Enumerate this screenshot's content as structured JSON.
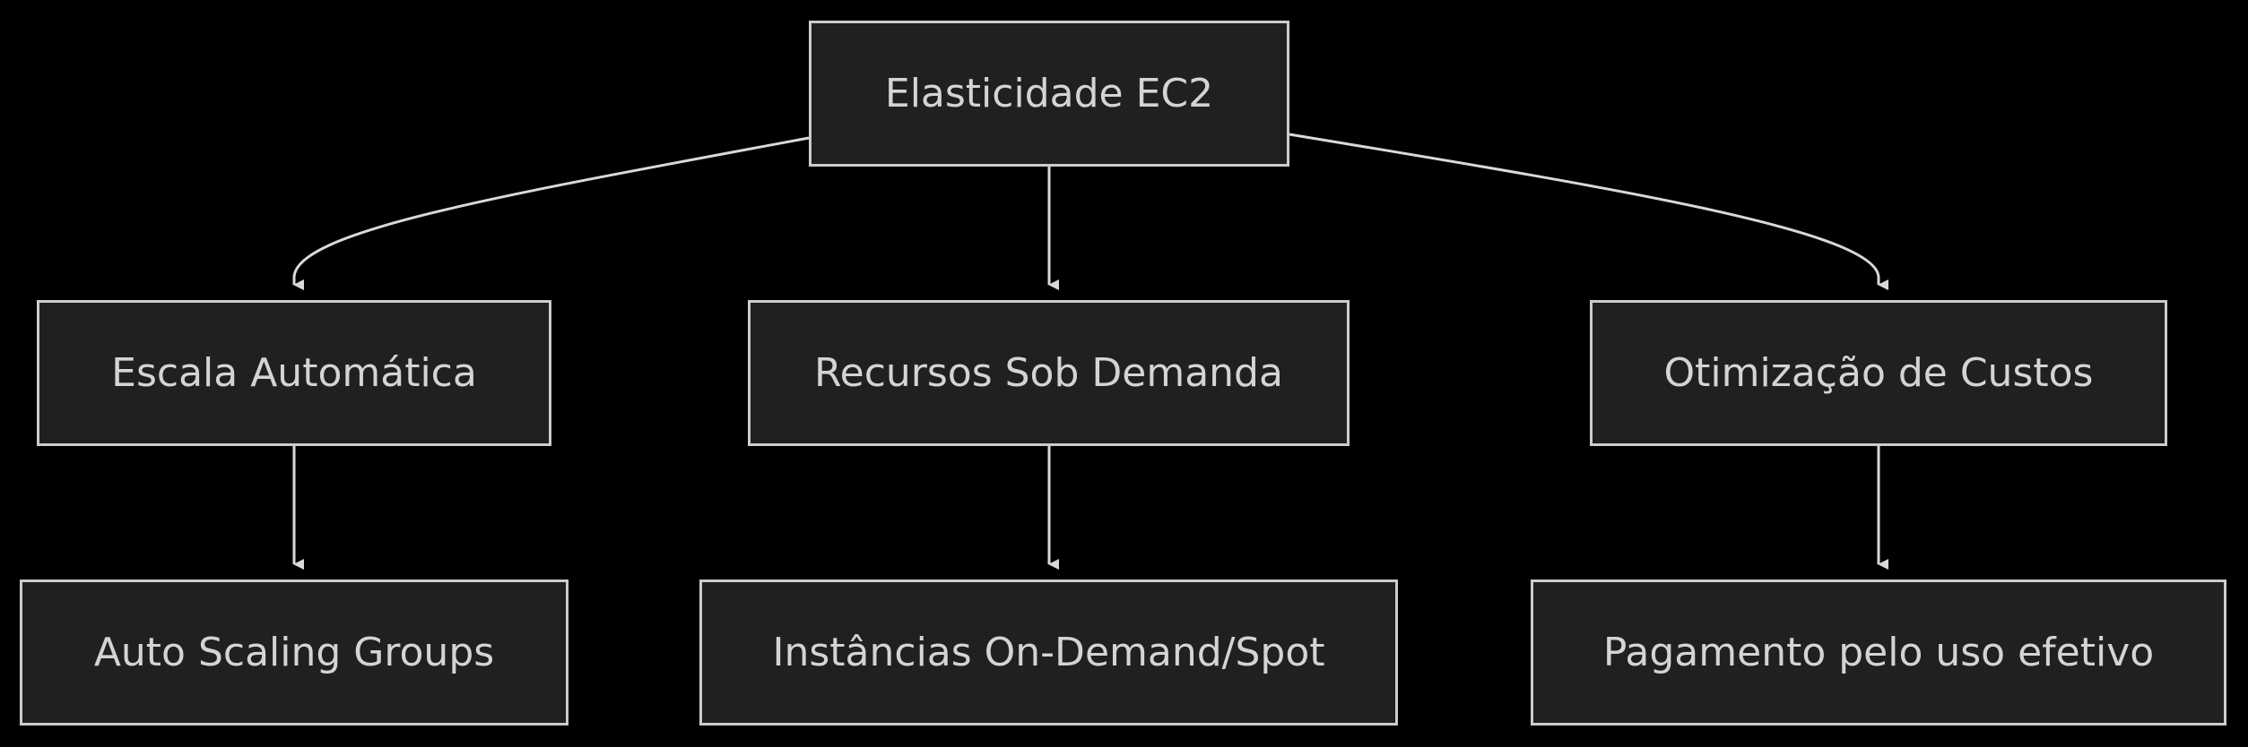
{
  "diagram": {
    "root": {
      "label": "Elasticidade EC2"
    },
    "branches": [
      {
        "label": "Escala Automática",
        "child": "Auto Scaling Groups"
      },
      {
        "label": "Recursos Sob Demanda",
        "child": "Instâncias On-Demand/Spot"
      },
      {
        "label": "Otimização de Custos",
        "child": "Pagamento pelo uso efetivo"
      }
    ]
  },
  "colors": {
    "background": "#000000",
    "node_fill": "#1f2020",
    "node_border": "#cccccc",
    "text": "#d4d4d4",
    "edge": "#d9d9d9"
  }
}
